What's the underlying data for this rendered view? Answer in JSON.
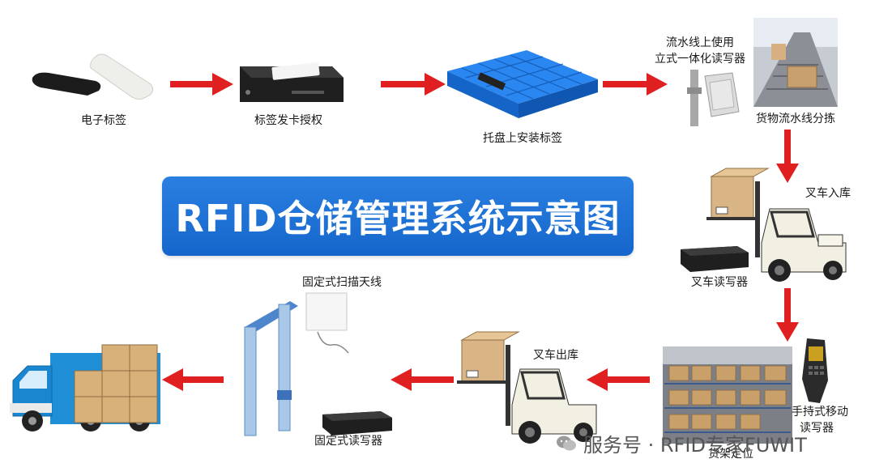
{
  "title": "RFID仓储管理系统示意图",
  "steps": {
    "tag": "电子标签",
    "issuer": "标签发卡授权",
    "pallet": "托盘上安装标签",
    "reader_line1": "流水线上使用",
    "reader_line2": "立式一体化读写器",
    "sorting": "货物流水线分拣",
    "forklift_in": "叉车入库",
    "forklift_reader": "叉车读写器",
    "handheld_line1": "手持式移动",
    "handheld_line2": "读写器",
    "shelf": "货架定位",
    "forklift_out": "叉车出库",
    "antenna": "固定式扫描天线",
    "fixed_reader": "固定式读写器"
  },
  "footer": "服务号 · RFID专家FUWIT",
  "colors": {
    "arrow": "#e02020",
    "banner": "#1b6fd6",
    "pallet": "#1e78e6"
  },
  "icons": [
    "rfid-tag-icon",
    "card-issuer-device-icon",
    "pallet-icon",
    "integrated-reader-icon",
    "conveyor-icon",
    "forklift-icon",
    "handheld-reader-icon",
    "warehouse-shelf-icon",
    "gate-antenna-icon",
    "truck-icon"
  ]
}
